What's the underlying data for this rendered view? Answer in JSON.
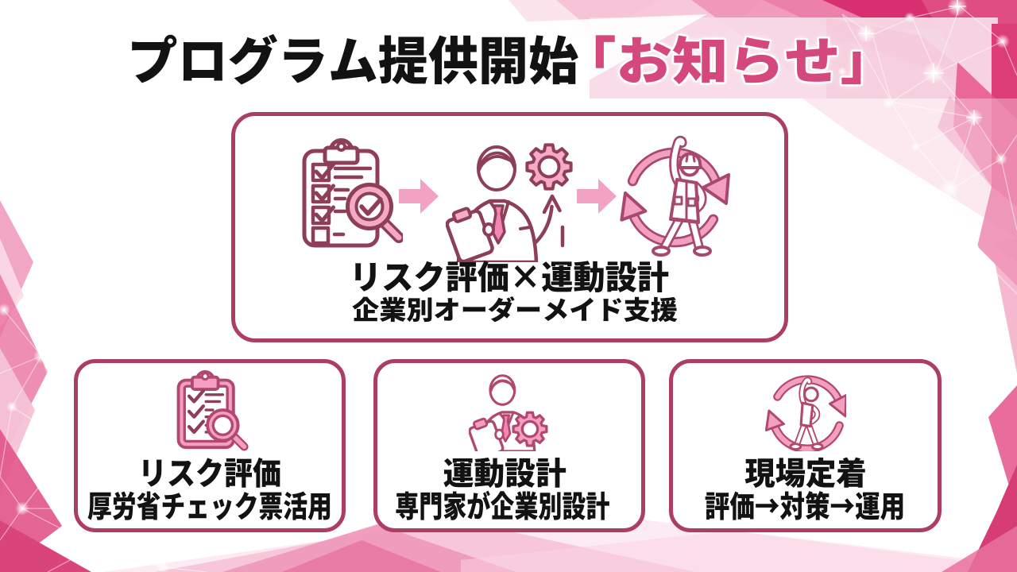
{
  "slide": {
    "title": {
      "black": "プログラム提供開始",
      "accent": "「お知らせ」"
    },
    "main_card": {
      "headline": "リスク評価×運動設計",
      "subheadline": "企業別オーダーメイド支援",
      "icons": [
        "checklist-search",
        "specialist-with-gear",
        "worker-stretch-cycle"
      ],
      "arrows": [
        "right",
        "right"
      ]
    },
    "cards": [
      {
        "icon": "checklist-search",
        "title": "リスク評価",
        "subtitle": "厚労省チェック票活用"
      },
      {
        "icon": "specialist-with-gear",
        "title": "運動設計",
        "subtitle": "専門家が企業別設計"
      },
      {
        "icon": "worker-stretch-cycle",
        "title": "現場定着",
        "subtitle": "評価→対策→運用"
      }
    ],
    "colors": {
      "accent_pink": "#d5487e",
      "card_border": "#ac3d64",
      "icon_stroke_dark": "#8e3f58",
      "icon_stroke_rose": "#b2486e",
      "icon_pink": "#f2a3c3",
      "text_black": "#121212",
      "bg_magenta": "#d72f6f"
    }
  }
}
